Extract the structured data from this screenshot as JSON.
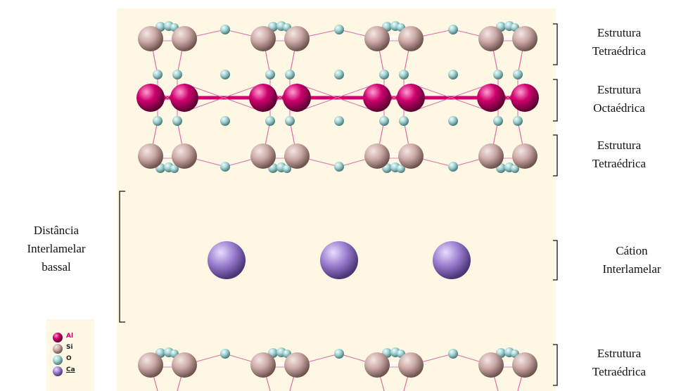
{
  "labels": {
    "tetra_top": {
      "line1": "Estrutura",
      "line2": "Tetraédrica"
    },
    "octa": {
      "line1": "Estrutura",
      "line2": "Octaédrica"
    },
    "tetra_mid": {
      "line1": "Estrutura",
      "line2": "Tetraédrica"
    },
    "cation": {
      "line1": "Cátion",
      "line2": "Interlamelar"
    },
    "tetra_bottom": {
      "line1": "Estrutura",
      "line2": "Tetraédrica"
    },
    "distance": {
      "line1": "Distância",
      "line2": "Interlamelar",
      "line3": "bassal"
    }
  },
  "legend": [
    {
      "symbol": "Al",
      "color": "#d0006f"
    },
    {
      "symbol": "Si",
      "color": "#c9a8a4"
    },
    {
      "symbol": "O",
      "color": "#9fcfcf"
    },
    {
      "symbol": "Ca",
      "color": "#9b7fd1"
    }
  ],
  "colors": {
    "background": "#fdf7e4",
    "al": "#d0006f",
    "si": "#c9a8a4",
    "o": "#9fcfcf",
    "ca": "#9b7fd1",
    "bond": "#e06aa6"
  }
}
